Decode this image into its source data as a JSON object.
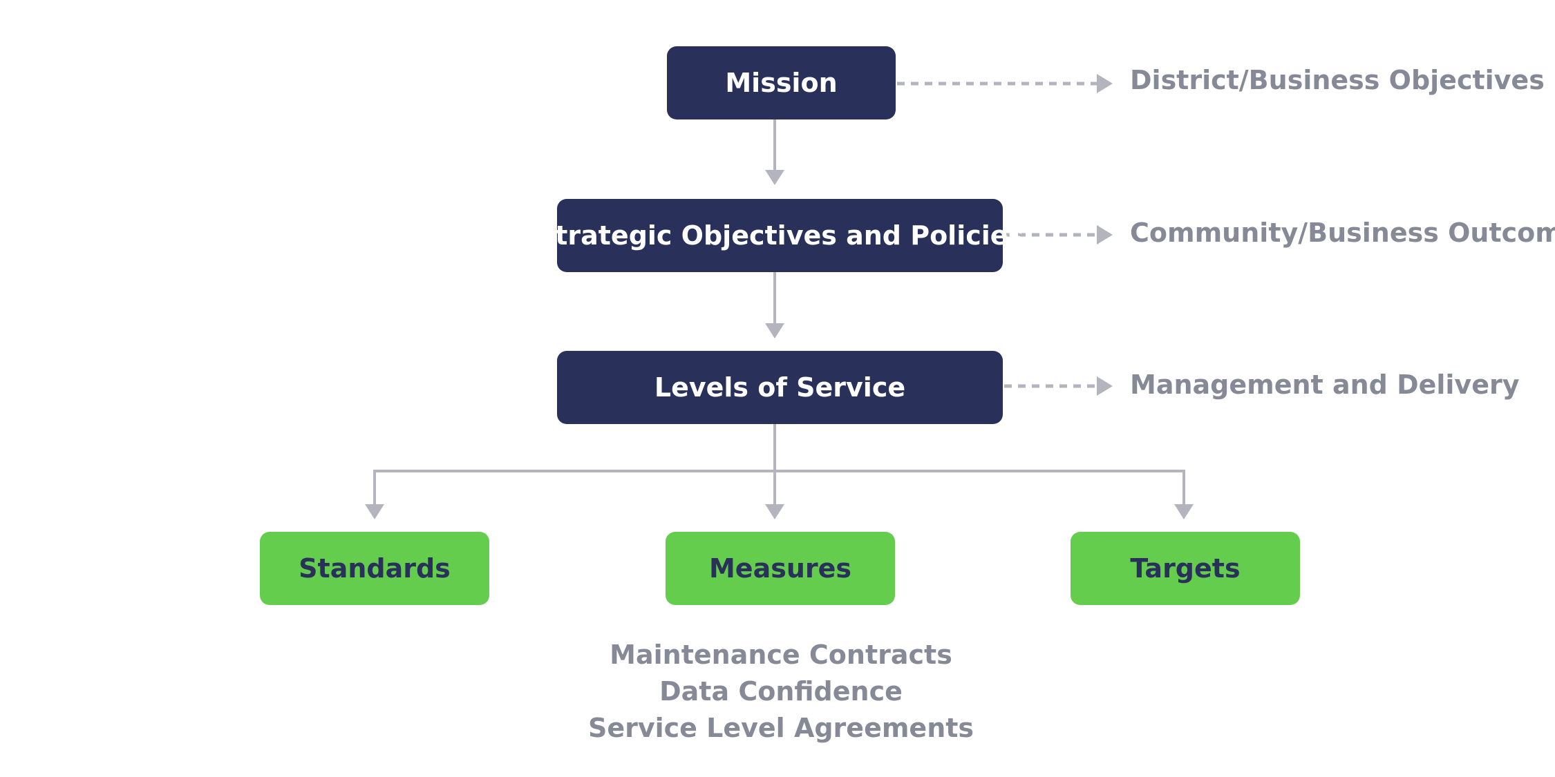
{
  "nodes": {
    "mission": "Mission",
    "strategic": "Strategic Objectives and Policies",
    "levels": "Levels of Service",
    "standards": "Standards",
    "measures": "Measures",
    "targets": "Targets"
  },
  "side_labels": {
    "mission": "District/Business Objectives",
    "strategic": "Community/Business Outcomes",
    "levels": "Management and Delivery"
  },
  "notes": [
    "Maintenance Contracts",
    "Data Confidence",
    "Service Level Agreements"
  ],
  "colors": {
    "dark_box": "#29305a",
    "green_box": "#64cd4d",
    "label_gray": "#868a97",
    "connector_gray": "#b3b4bd"
  }
}
